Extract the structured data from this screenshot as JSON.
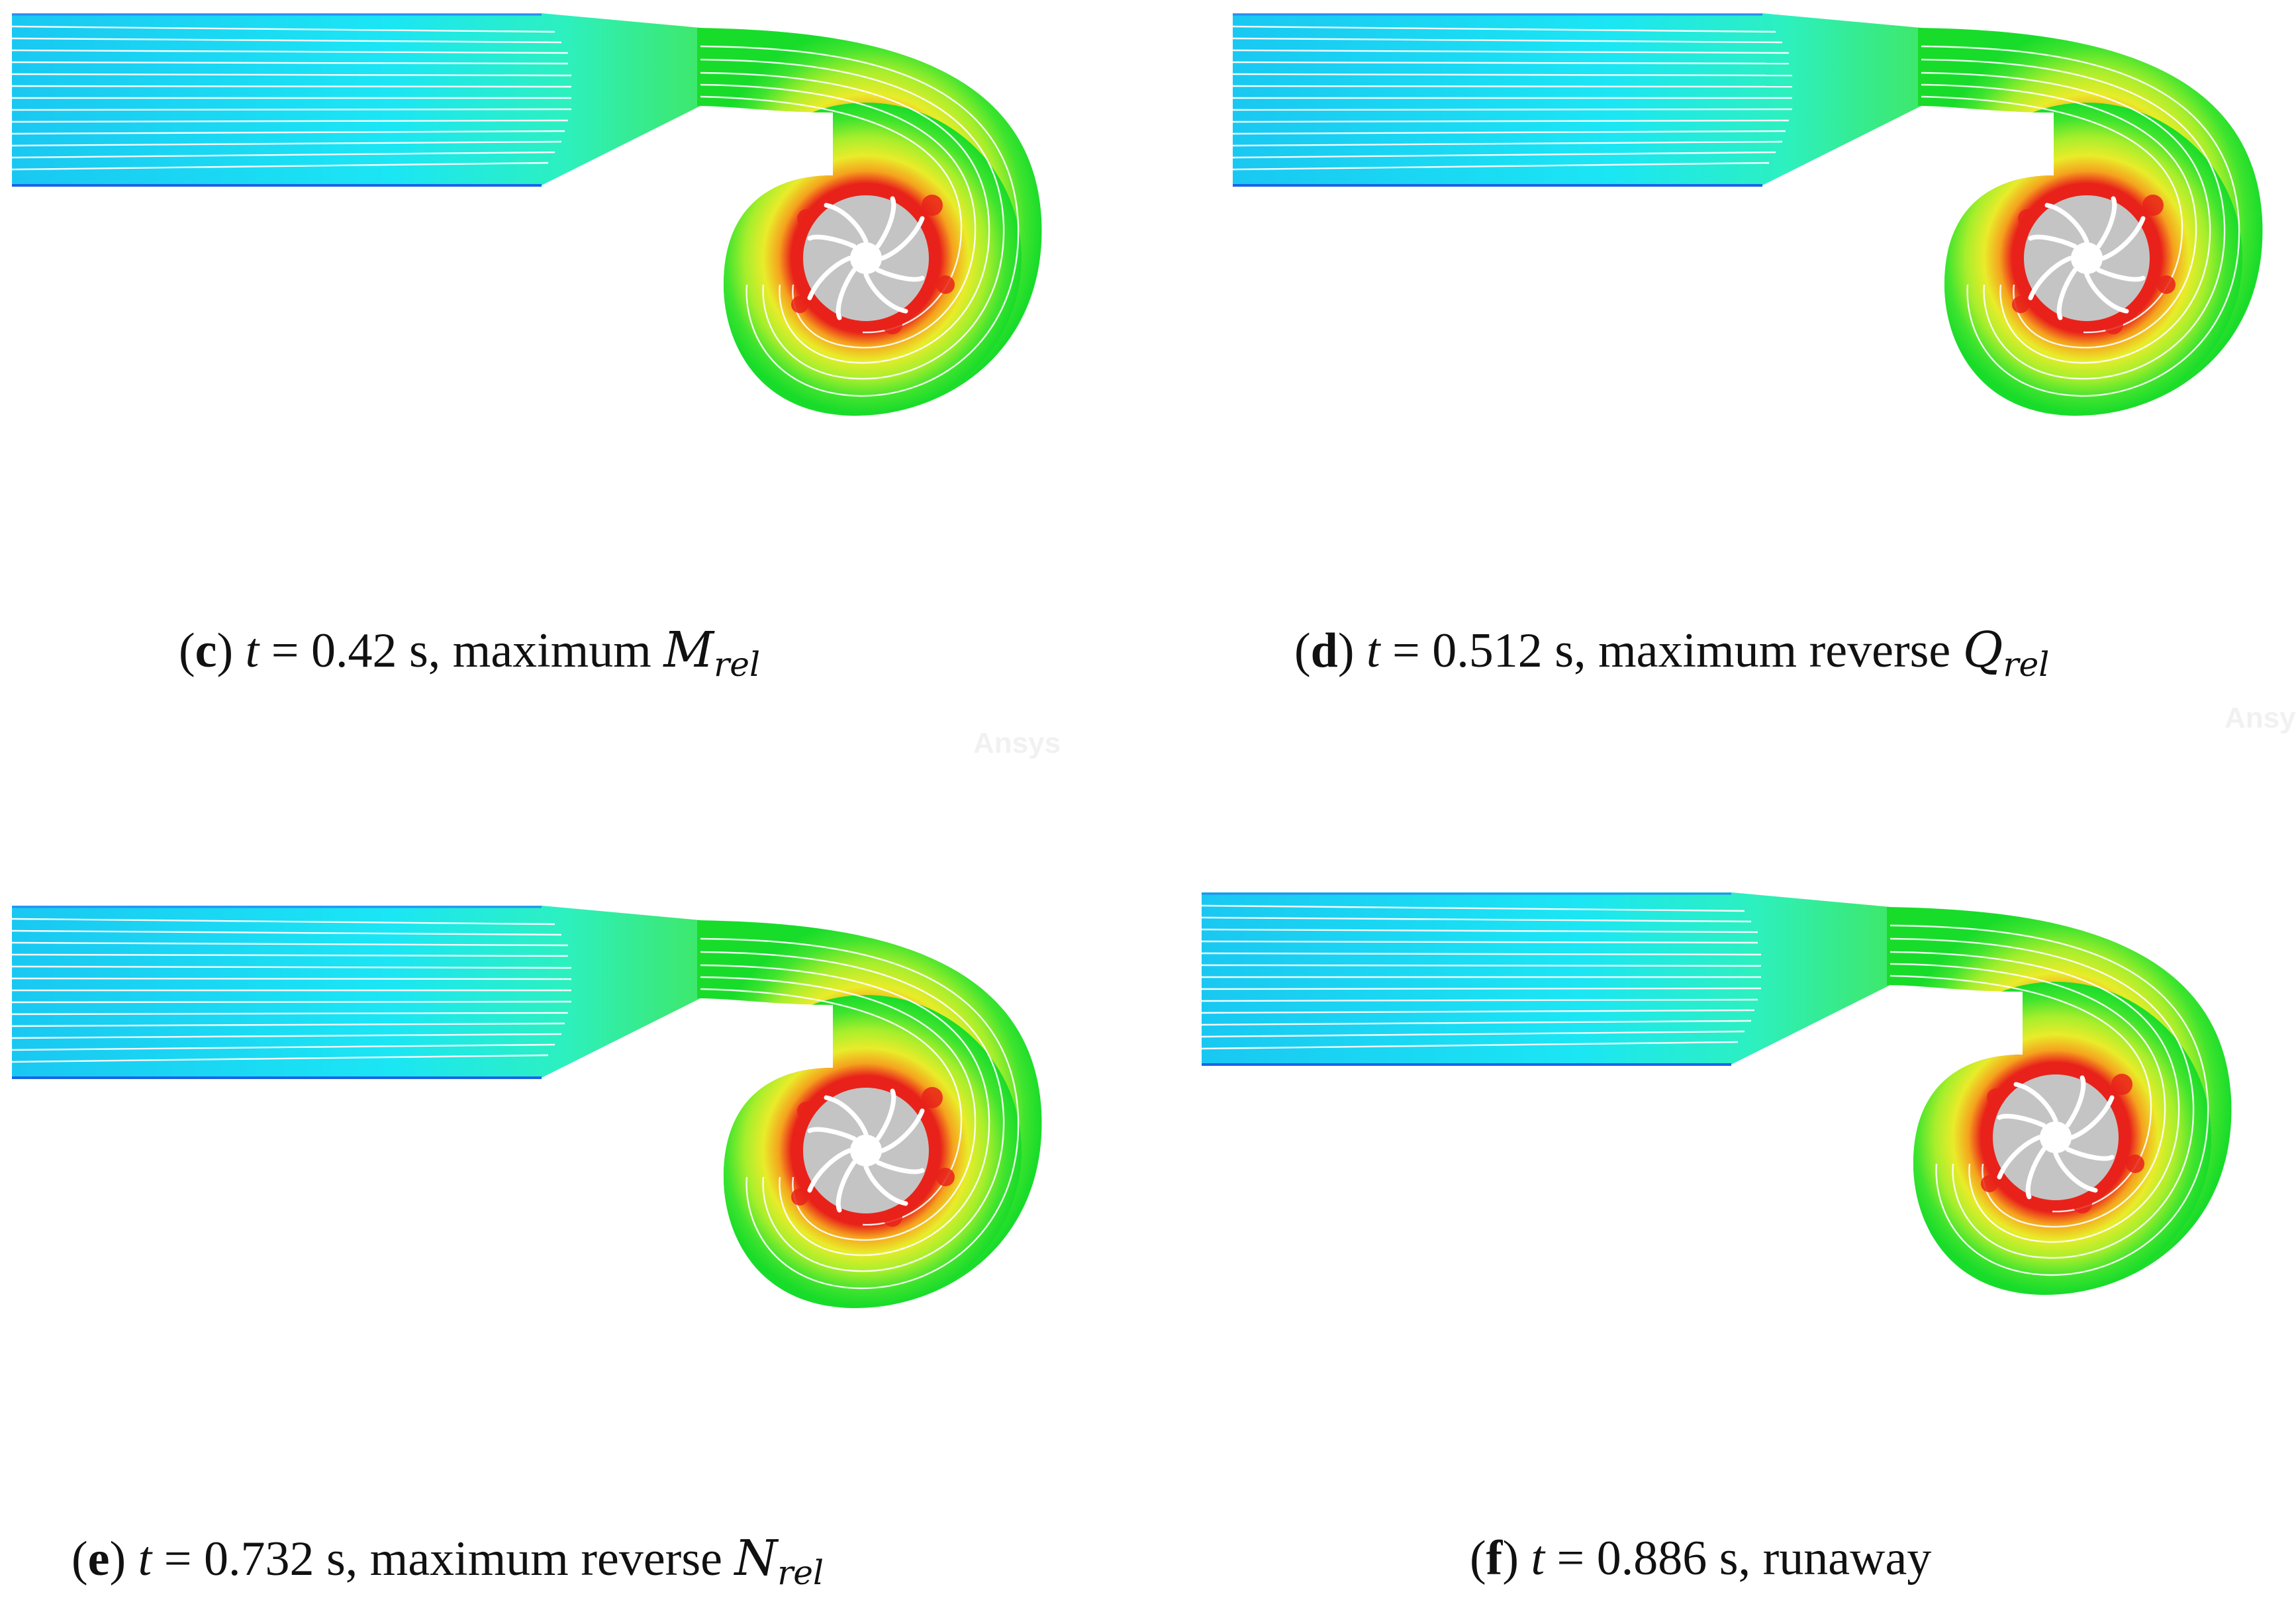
{
  "panels": [
    {
      "letter": "c",
      "t_label": "t",
      "eq": " = 0.42 s, ",
      "desc": "maximum ",
      "var": "M",
      "sub": "rel"
    },
    {
      "letter": "d",
      "t_label": "t",
      "eq": " = 0.512 s, ",
      "desc": "maximum reverse ",
      "var": "Q",
      "sub": "rel"
    },
    {
      "letter": "e",
      "t_label": "t",
      "eq": " = 0.732 s, ",
      "desc": "maximum reverse ",
      "var": "N",
      "sub": "rel"
    },
    {
      "letter": "f",
      "t_label": "t",
      "eq": " = 0.886 s, ",
      "desc": "runaway",
      "var": "",
      "sub": ""
    }
  ],
  "watermark": "Ansys",
  "colors": {
    "inlet_pipe": "#19d7f0",
    "volute_outer": "#22e22a",
    "volute_mid": "#b6ee2a",
    "high_velocity": "#e8221a",
    "runner": "#c4c4c4",
    "streamline": "#ffffff"
  }
}
